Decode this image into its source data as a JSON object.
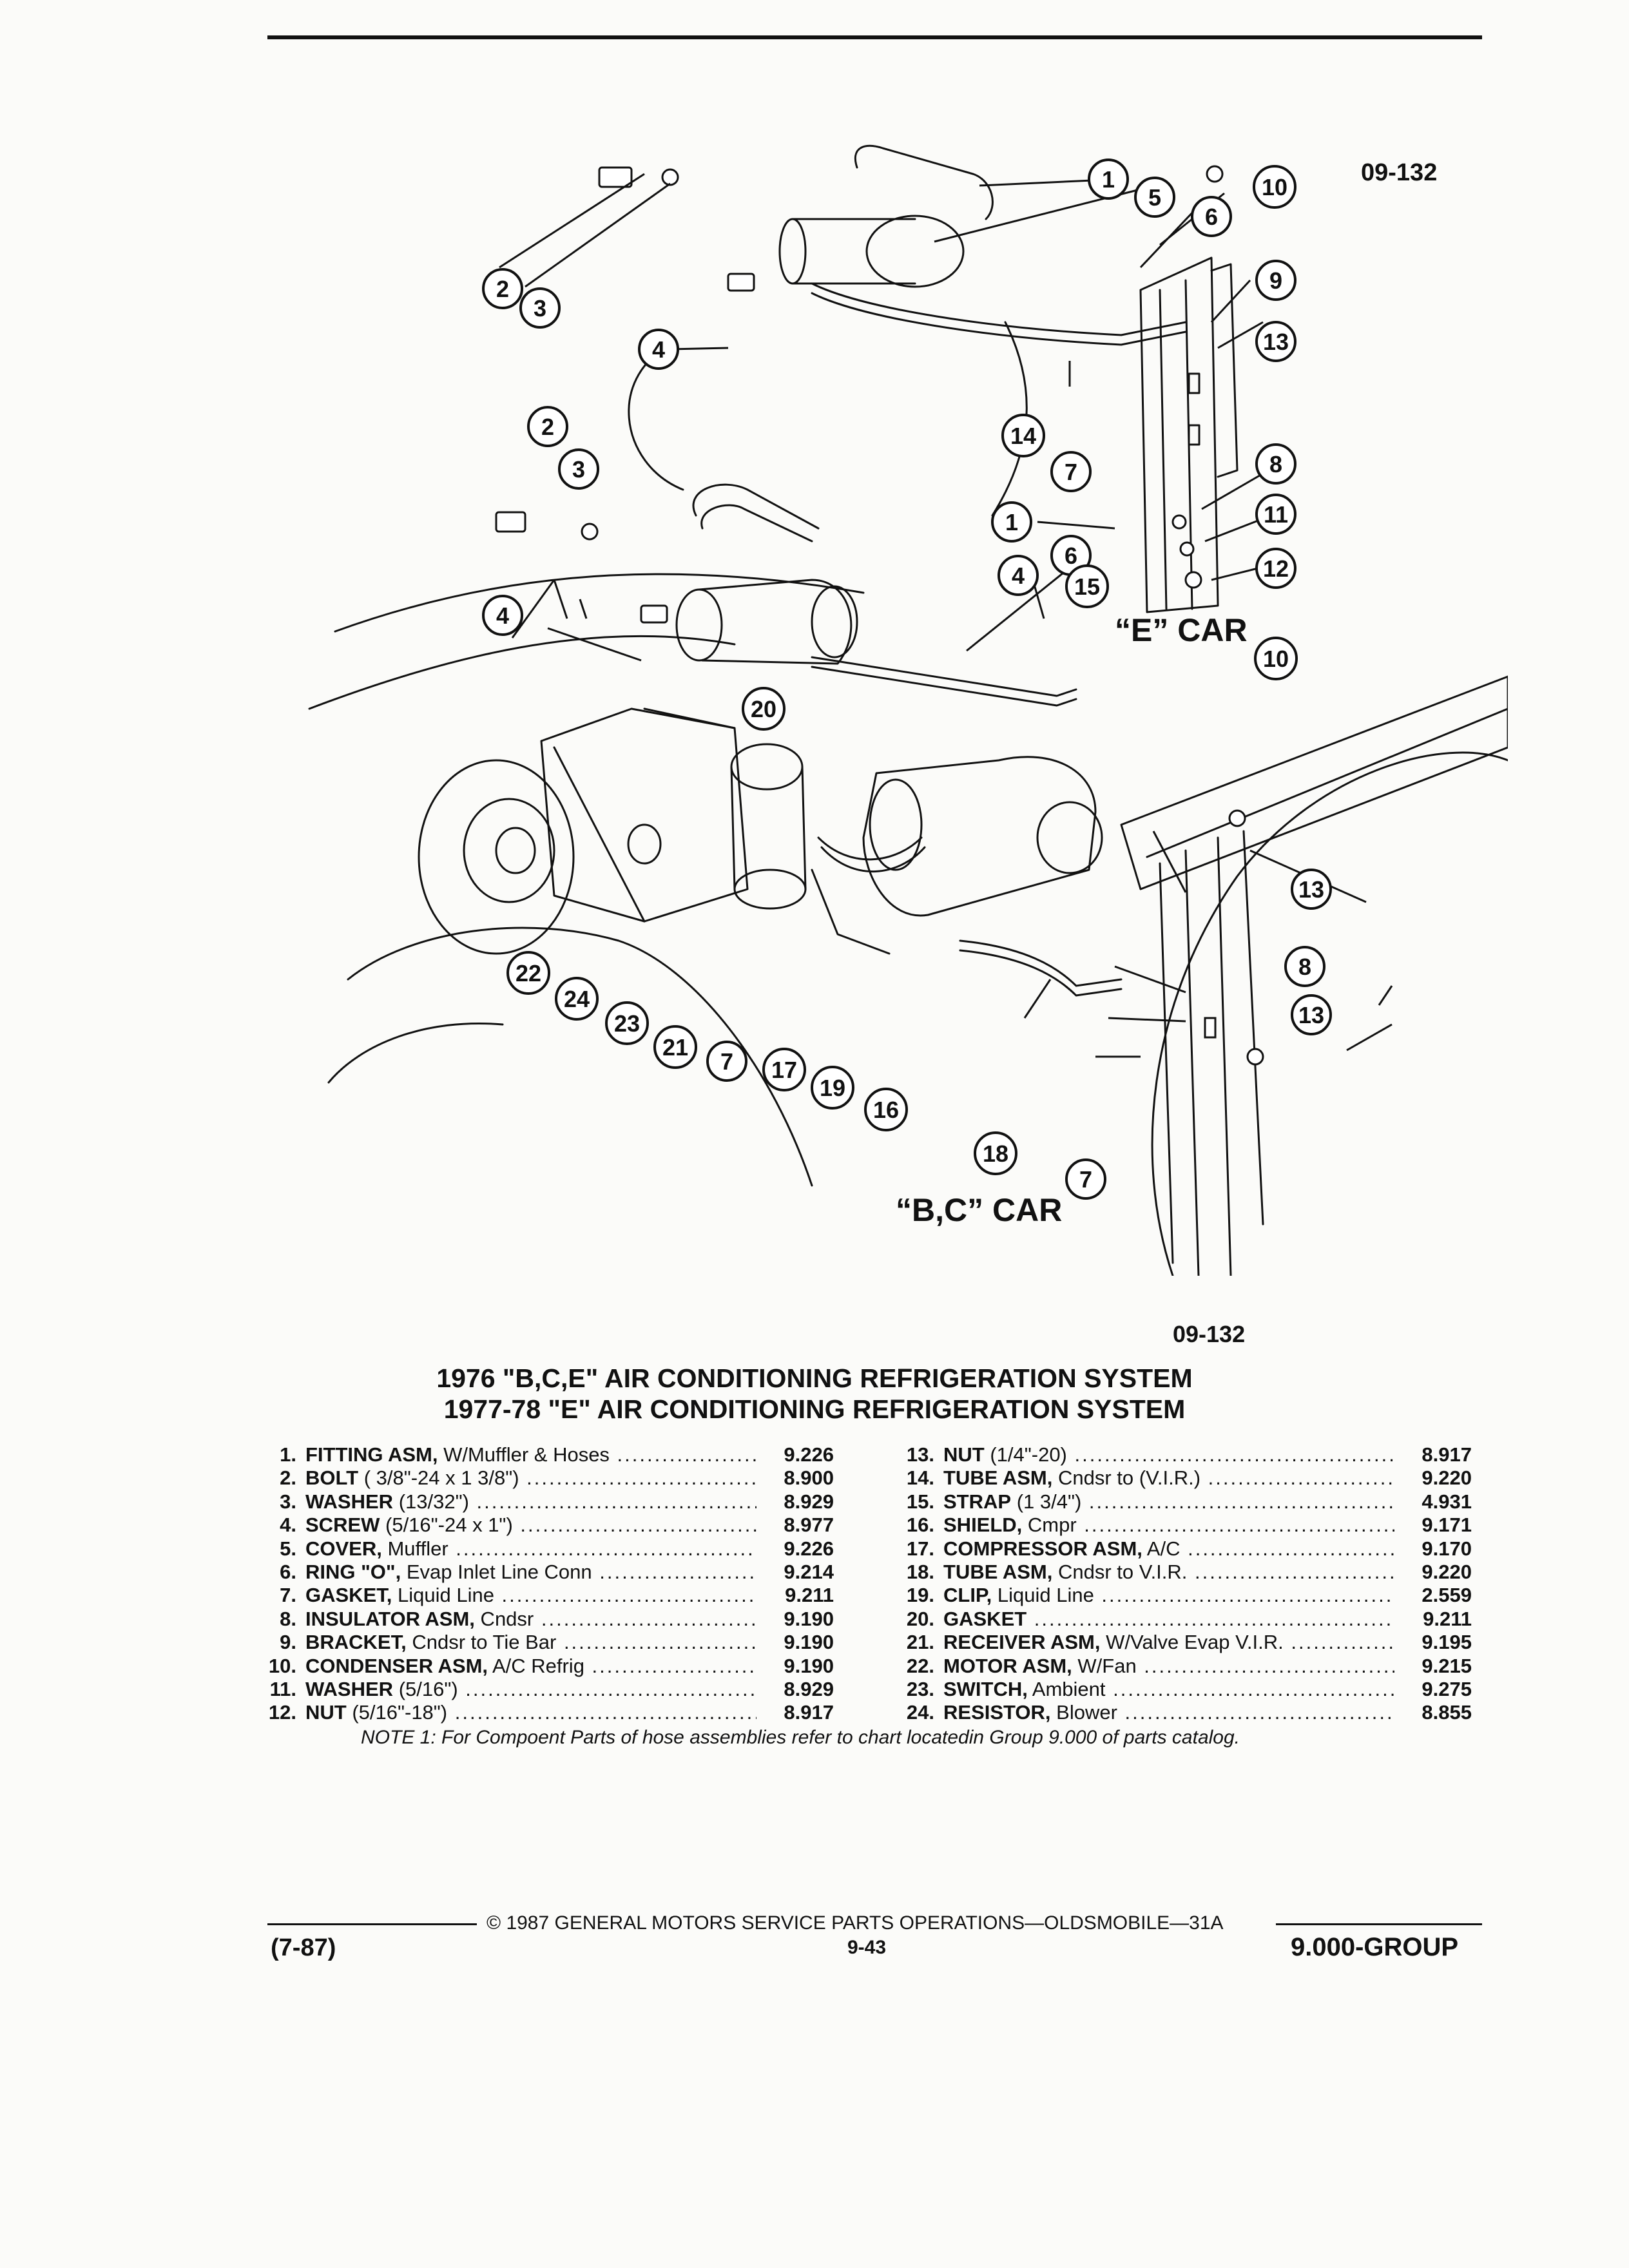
{
  "header": {
    "figure_number": "09-132"
  },
  "diagram": {
    "label_e_car": "“E” CAR",
    "label_bc_car": "“B,C” CAR",
    "callouts": [
      "1",
      "2",
      "3",
      "4",
      "5",
      "6",
      "7",
      "8",
      "9",
      "10",
      "11",
      "12",
      "13",
      "14",
      "15",
      "16",
      "17",
      "18",
      "19",
      "20",
      "21",
      "22",
      "23",
      "24"
    ]
  },
  "caption": {
    "figure_number": "09-132",
    "title_line1": "1976 \"B,C,E\" AIR CONDITIONING REFRIGERATION SYSTEM",
    "title_line2": "1977-78 \"E\" AIR CONDITIONING REFRIGERATION SYSTEM"
  },
  "parts_left": [
    {
      "num": "1.",
      "name": "FITTING ASM,",
      "detail": "W/Muffler & Hoses",
      "code": "9.226"
    },
    {
      "num": "2.",
      "name": "BOLT",
      "detail": "( 3/8\"-24 x 1 3/8\")",
      "code": "8.900"
    },
    {
      "num": "3.",
      "name": "WASHER",
      "detail": "(13/32\")",
      "code": "8.929"
    },
    {
      "num": "4.",
      "name": "SCREW",
      "detail": "(5/16\"-24 x 1\")",
      "code": "8.977"
    },
    {
      "num": "5.",
      "name": "COVER,",
      "detail": "Muffler",
      "code": "9.226"
    },
    {
      "num": "6.",
      "name": "RING \"O\",",
      "detail": "Evap Inlet Line Conn",
      "code": "9.214"
    },
    {
      "num": "7.",
      "name": "GASKET,",
      "detail": "Liquid Line",
      "code": "9.211"
    },
    {
      "num": "8.",
      "name": "INSULATOR ASM,",
      "detail": "Cndsr",
      "code": "9.190"
    },
    {
      "num": "9.",
      "name": "BRACKET,",
      "detail": "Cndsr to Tie Bar",
      "code": "9.190"
    },
    {
      "num": "10.",
      "name": "CONDENSER ASM,",
      "detail": "A/C Refrig",
      "code": "9.190"
    },
    {
      "num": "11.",
      "name": "WASHER",
      "detail": "(5/16\")",
      "code": "8.929"
    },
    {
      "num": "12.",
      "name": "NUT",
      "detail": "(5/16\"-18\")",
      "code": "8.917"
    }
  ],
  "parts_right": [
    {
      "num": "13.",
      "name": "NUT",
      "detail": "(1/4\"-20)",
      "code": "8.917"
    },
    {
      "num": "14.",
      "name": "TUBE ASM,",
      "detail": "Cndsr to (V.I.R.)",
      "code": "9.220"
    },
    {
      "num": "15.",
      "name": "STRAP",
      "detail": "(1 3/4\")",
      "code": "4.931"
    },
    {
      "num": "16.",
      "name": "SHIELD,",
      "detail": "Cmpr",
      "code": "9.171"
    },
    {
      "num": "17.",
      "name": "COMPRESSOR ASM,",
      "detail": "A/C",
      "code": "9.170"
    },
    {
      "num": "18.",
      "name": "TUBE ASM,",
      "detail": "Cndsr to V.I.R.",
      "code": "9.220"
    },
    {
      "num": "19.",
      "name": "CLIP,",
      "detail": "Liquid Line",
      "code": "2.559"
    },
    {
      "num": "20.",
      "name": "GASKET",
      "detail": "",
      "code": "9.211"
    },
    {
      "num": "21.",
      "name": "RECEIVER ASM,",
      "detail": "W/Valve Evap V.I.R.",
      "code": "9.195"
    },
    {
      "num": "22.",
      "name": "MOTOR ASM,",
      "detail": "W/Fan",
      "code": "9.215"
    },
    {
      "num": "23.",
      "name": "SWITCH,",
      "detail": "Ambient",
      "code": "9.275"
    },
    {
      "num": "24.",
      "name": "RESISTOR,",
      "detail": "Blower",
      "code": "8.855"
    }
  ],
  "note": "NOTE 1: For Compoent Parts of hose assemblies refer to chart locatedin Group 9.000 of parts catalog.",
  "footer": {
    "copyright": "© 1987 GENERAL MOTORS SERVICE PARTS OPERATIONS—OLDSMOBILE—31A",
    "revision_date": "(7-87)",
    "page_number": "9-43",
    "group": "9.000-GROUP"
  }
}
